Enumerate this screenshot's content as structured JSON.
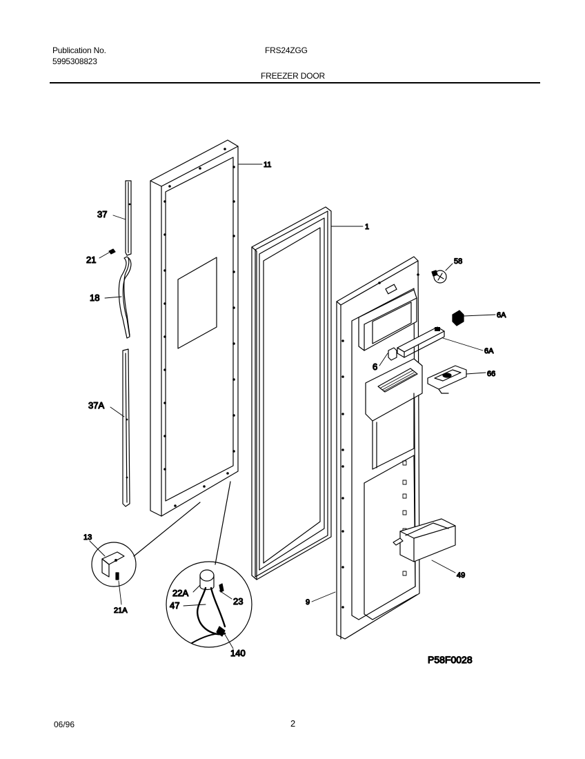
{
  "header": {
    "publication_label": "Publication No.",
    "publication_number": "5995308823",
    "model": "FRS24ZGG",
    "section_title": "FREEZER DOOR"
  },
  "callouts": {
    "c11": "11",
    "c1": "1",
    "c37": "37",
    "c21": "21",
    "c18": "18",
    "c37A": "37A",
    "c13": "13",
    "c21A": "21A",
    "c58": "58",
    "c6A_top": "6A",
    "c6A_mid": "6A",
    "c6": "6",
    "c66": "66",
    "c49": "49",
    "c9": "9",
    "c22A": "22A",
    "c23": "23",
    "c47": "47",
    "c140": "140"
  },
  "figure_code": "P58F0028",
  "footer": {
    "date": "06/96",
    "page": "2"
  }
}
